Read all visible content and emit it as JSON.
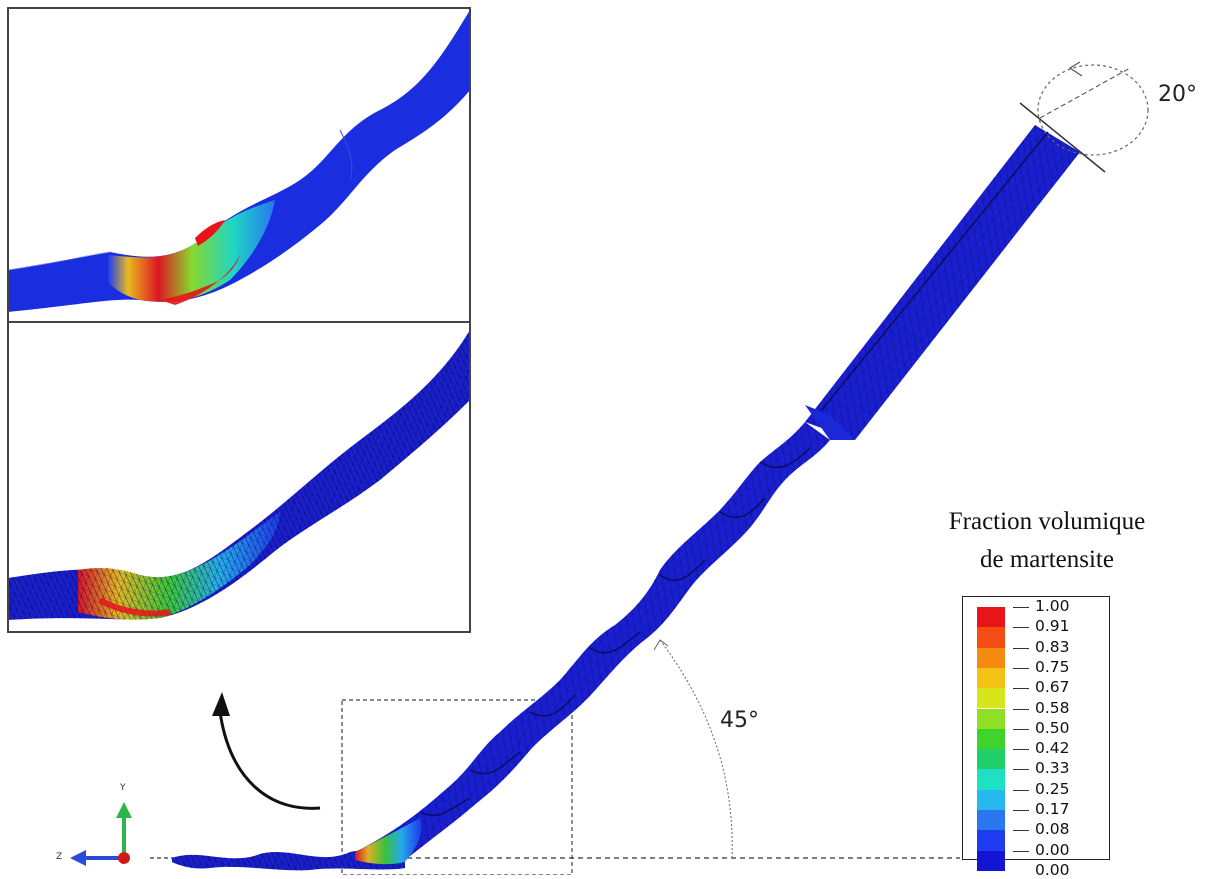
{
  "legend": {
    "title_line1": "Fraction volumique",
    "title_line2": "de martensite",
    "entries": [
      {
        "label": "1.00",
        "color": "#e8141a"
      },
      {
        "label": "0.91",
        "color": "#f24d12"
      },
      {
        "label": "0.83",
        "color": "#f58a10"
      },
      {
        "label": "0.75",
        "color": "#f3c214"
      },
      {
        "label": "0.67",
        "color": "#d6e61a"
      },
      {
        "label": "0.58",
        "color": "#8fe024"
      },
      {
        "label": "0.50",
        "color": "#3fd42c"
      },
      {
        "label": "0.42",
        "color": "#1fd06a"
      },
      {
        "label": "0.33",
        "color": "#1ee0c2"
      },
      {
        "label": "0.25",
        "color": "#26b8ee"
      },
      {
        "label": "0.17",
        "color": "#2a78f0"
      },
      {
        "label": "0.08",
        "color": "#1f3cf0"
      },
      {
        "label": "0.00",
        "color": "#1414d4"
      }
    ],
    "bottom_label": "0.00"
  },
  "annotations": {
    "rotation_angle": "20°",
    "bend_angle": "45°"
  },
  "triad": {
    "y_label": "Y",
    "z_label": "Z"
  },
  "colors": {
    "mesh_blue": "#1a1fd2",
    "mesh_dark": "#0d1187",
    "hot_red": "#e8141a",
    "inset_border": "#444444"
  }
}
